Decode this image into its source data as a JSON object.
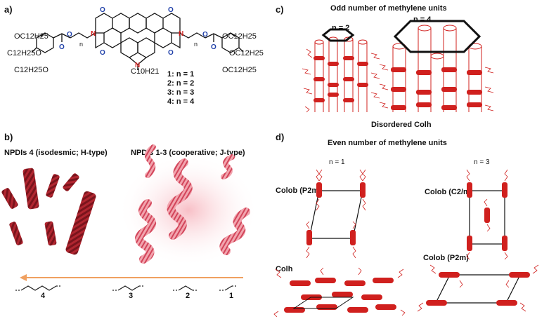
{
  "colors": {
    "blue": "#1f3fa8",
    "red": "#d0201e",
    "dark_red": "#8c1a22",
    "pink": "#e25a6a",
    "arrow": "#f0a060",
    "text": "#111111"
  },
  "panel_a": {
    "label": "a)",
    "substituents": {
      "tl1": "OC12H25",
      "tl2": "C12H25O",
      "tl3": "C12H25O",
      "tr1": "OC12H25",
      "tr2": "OC12H25",
      "tr3": "OC12H25",
      "n_chain": "C10H21",
      "n_sub": "n"
    },
    "compounds": [
      "1: n = 1",
      "2: n = 2",
      "3: n = 3",
      "4: n = 4"
    ]
  },
  "panel_b": {
    "label": "b)",
    "left_title": "NPDIs 4 (isodesmic; H-type)",
    "right_title": "NPDIs 1-3 (cooperative; J-type)",
    "chain_labels": [
      "4",
      "3",
      "2",
      "1"
    ]
  },
  "panel_c": {
    "label": "c)",
    "title": "Odd number of methylene units",
    "n_labels": [
      "n = 2",
      "n = 4"
    ],
    "caption": "Disordered Colh"
  },
  "panel_d": {
    "label": "d)",
    "title": "Even number of methylene units",
    "n_labels": [
      "n = 1",
      "n = 3"
    ],
    "phases": {
      "colob_p2m_top": "Colob (P2m)",
      "colob_c2m": "Colob (C2/m)",
      "colh": "Colh",
      "colob_p2m_bottom": "Colob (P2m)"
    }
  }
}
